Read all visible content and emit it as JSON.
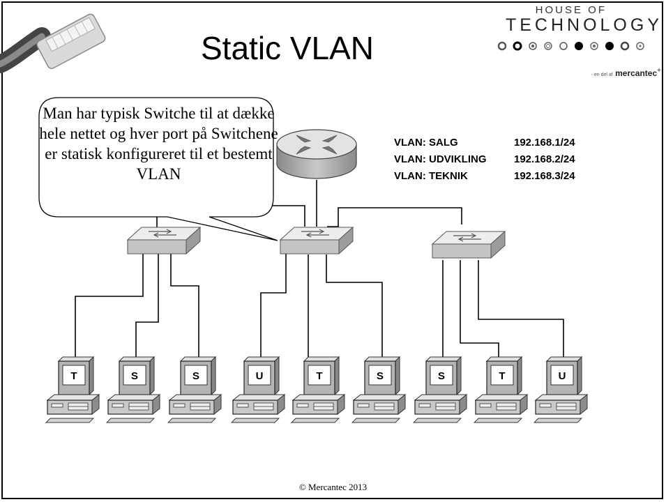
{
  "slide": {
    "title": "Static VLAN",
    "footer": "© Mercantec 2013"
  },
  "logo": {
    "line1": "HOUSE OF",
    "line2": "TECHNOLOGY",
    "tagline_prefix": "- en del af",
    "tagline_brand": "mercantec"
  },
  "callout": {
    "text": "Man har typisk Switche til at dække hele nettet og hver port på Switchene er statisk konfigureret til et bestemt VLAN"
  },
  "vlans": [
    {
      "name": "VLAN:  SALG",
      "subnet": "192.168.1/24"
    },
    {
      "name": "VLAN:  UDVIKLING",
      "subnet": "192.168.2/24"
    },
    {
      "name": "VLAN:  TEKNIK",
      "subnet": "192.168.3/24"
    }
  ],
  "network": {
    "router_icon": "router-icon",
    "switch_icon": "switch-icon",
    "pc_icon": "computer-icon",
    "pcs": [
      "T",
      "S",
      "S",
      "U",
      "T",
      "S",
      "S",
      "T",
      "U"
    ]
  }
}
